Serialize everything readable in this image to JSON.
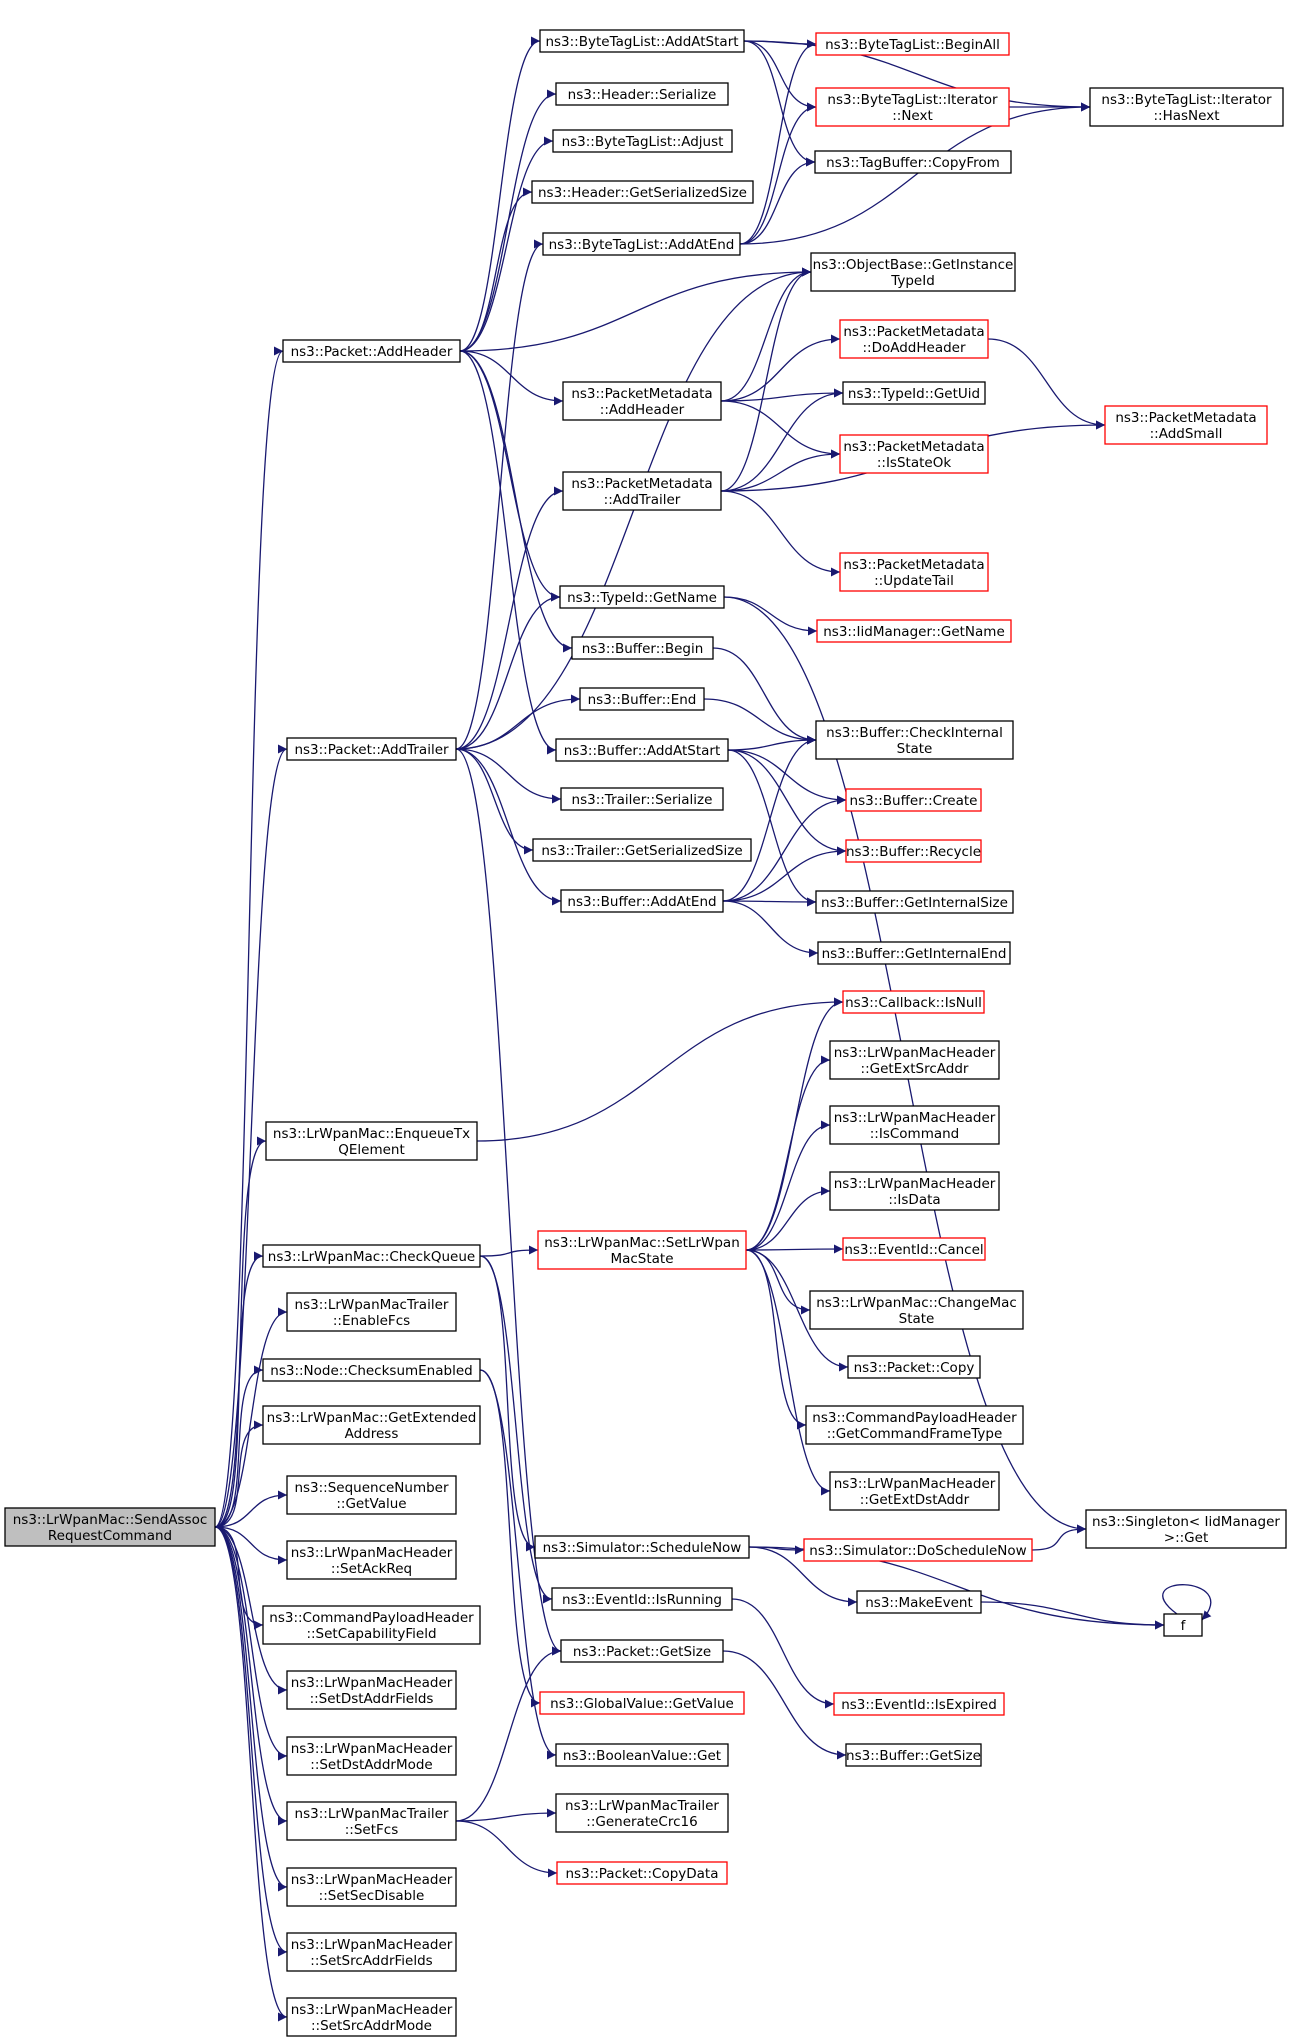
{
  "colors": {
    "edge": "#191970",
    "normal_border": "#000000",
    "red_border": "#ff0000",
    "root_fill": "#bfbfbf",
    "node_fill": "#ffffff"
  },
  "nodes": [
    {
      "id": "root",
      "lines": [
        "ns3::LrWpanMac::SendAssoc",
        "RequestCommand"
      ],
      "style": "root"
    },
    {
      "id": "addHeader",
      "lines": [
        "ns3::Packet::AddHeader"
      ],
      "style": "normal"
    },
    {
      "id": "addTrailer",
      "lines": [
        "ns3::Packet::AddTrailer"
      ],
      "style": "normal"
    },
    {
      "id": "enqueueTx",
      "lines": [
        "ns3::LrWpanMac::EnqueueTx",
        "QElement"
      ],
      "style": "normal"
    },
    {
      "id": "checkQueue",
      "lines": [
        "ns3::LrWpanMac::CheckQueue"
      ],
      "style": "normal"
    },
    {
      "id": "enableFcs",
      "lines": [
        "ns3::LrWpanMacTrailer",
        "::EnableFcs"
      ],
      "style": "normal"
    },
    {
      "id": "checksumEnabled",
      "lines": [
        "ns3::Node::ChecksumEnabled"
      ],
      "style": "normal"
    },
    {
      "id": "getExtAddr",
      "lines": [
        "ns3::LrWpanMac::GetExtended",
        "Address"
      ],
      "style": "normal"
    },
    {
      "id": "seqGetValue",
      "lines": [
        "ns3::SequenceNumber",
        "::GetValue"
      ],
      "style": "normal"
    },
    {
      "id": "setAckReq",
      "lines": [
        "ns3::LrWpanMacHeader",
        "::SetAckReq"
      ],
      "style": "normal"
    },
    {
      "id": "setCapField",
      "lines": [
        "ns3::CommandPayloadHeader",
        "::SetCapabilityField"
      ],
      "style": "normal"
    },
    {
      "id": "setDstAddrFields",
      "lines": [
        "ns3::LrWpanMacHeader",
        "::SetDstAddrFields"
      ],
      "style": "normal"
    },
    {
      "id": "setDstAddrMode",
      "lines": [
        "ns3::LrWpanMacHeader",
        "::SetDstAddrMode"
      ],
      "style": "normal"
    },
    {
      "id": "setFcs",
      "lines": [
        "ns3::LrWpanMacTrailer",
        "::SetFcs"
      ],
      "style": "normal"
    },
    {
      "id": "setSecDisable",
      "lines": [
        "ns3::LrWpanMacHeader",
        "::SetSecDisable"
      ],
      "style": "normal"
    },
    {
      "id": "setSrcAddrFields",
      "lines": [
        "ns3::LrWpanMacHeader",
        "::SetSrcAddrFields"
      ],
      "style": "normal"
    },
    {
      "id": "setSrcAddrMode",
      "lines": [
        "ns3::LrWpanMacHeader",
        "::SetSrcAddrMode"
      ],
      "style": "normal"
    },
    {
      "id": "btlAddAtStart",
      "lines": [
        "ns3::ByteTagList::AddAtStart"
      ],
      "style": "normal"
    },
    {
      "id": "headerSerialize",
      "lines": [
        "ns3::Header::Serialize"
      ],
      "style": "normal"
    },
    {
      "id": "btlAdjust",
      "lines": [
        "ns3::ByteTagList::Adjust"
      ],
      "style": "normal"
    },
    {
      "id": "headerGetSerSize",
      "lines": [
        "ns3::Header::GetSerializedSize"
      ],
      "style": "normal"
    },
    {
      "id": "btlAddAtEnd",
      "lines": [
        "ns3::ByteTagList::AddAtEnd"
      ],
      "style": "normal"
    },
    {
      "id": "pmAddHeader",
      "lines": [
        "ns3::PacketMetadata",
        "::AddHeader"
      ],
      "style": "normal"
    },
    {
      "id": "pmAddTrailer",
      "lines": [
        "ns3::PacketMetadata",
        "::AddTrailer"
      ],
      "style": "normal"
    },
    {
      "id": "typeIdGetName",
      "lines": [
        "ns3::TypeId::GetName"
      ],
      "style": "normal"
    },
    {
      "id": "bufBegin",
      "lines": [
        "ns3::Buffer::Begin"
      ],
      "style": "normal"
    },
    {
      "id": "bufEnd",
      "lines": [
        "ns3::Buffer::End"
      ],
      "style": "normal"
    },
    {
      "id": "bufAddAtStart",
      "lines": [
        "ns3::Buffer::AddAtStart"
      ],
      "style": "normal"
    },
    {
      "id": "trailerSerialize",
      "lines": [
        "ns3::Trailer::Serialize"
      ],
      "style": "normal"
    },
    {
      "id": "trailerGetSerSize",
      "lines": [
        "ns3::Trailer::GetSerializedSize"
      ],
      "style": "normal"
    },
    {
      "id": "bufAddAtEnd",
      "lines": [
        "ns3::Buffer::AddAtEnd"
      ],
      "style": "normal"
    },
    {
      "id": "setLrWpanMacState",
      "lines": [
        "ns3::LrWpanMac::SetLrWpan",
        "MacState"
      ],
      "style": "red"
    },
    {
      "id": "simScheduleNow",
      "lines": [
        "ns3::Simulator::ScheduleNow"
      ],
      "style": "normal"
    },
    {
      "id": "eventIsRunning",
      "lines": [
        "ns3::EventId::IsRunning"
      ],
      "style": "normal"
    },
    {
      "id": "packetGetSize",
      "lines": [
        "ns3::Packet::GetSize"
      ],
      "style": "normal"
    },
    {
      "id": "globalGetValue",
      "lines": [
        "ns3::GlobalValue::GetValue"
      ],
      "style": "red"
    },
    {
      "id": "boolGet",
      "lines": [
        "ns3::BooleanValue::Get"
      ],
      "style": "normal"
    },
    {
      "id": "genCrc16",
      "lines": [
        "ns3::LrWpanMacTrailer",
        "::GenerateCrc16"
      ],
      "style": "normal"
    },
    {
      "id": "packetCopyData",
      "lines": [
        "ns3::Packet::CopyData"
      ],
      "style": "red"
    },
    {
      "id": "btlBeginAll",
      "lines": [
        "ns3::ByteTagList::BeginAll"
      ],
      "style": "red"
    },
    {
      "id": "btlIterNext",
      "lines": [
        "ns3::ByteTagList::Iterator",
        "::Next"
      ],
      "style": "red"
    },
    {
      "id": "tagBufCopyFrom",
      "lines": [
        "ns3::TagBuffer::CopyFrom"
      ],
      "style": "normal"
    },
    {
      "id": "objGetInstTypeId",
      "lines": [
        "ns3::ObjectBase::GetInstance",
        "TypeId"
      ],
      "style": "normal"
    },
    {
      "id": "pmDoAddHeader",
      "lines": [
        "ns3::PacketMetadata",
        "::DoAddHeader"
      ],
      "style": "red"
    },
    {
      "id": "typeIdGetUid",
      "lines": [
        "ns3::TypeId::GetUid"
      ],
      "style": "normal"
    },
    {
      "id": "pmIsStateOk",
      "lines": [
        "ns3::PacketMetadata",
        "::IsStateOk"
      ],
      "style": "red"
    },
    {
      "id": "pmUpdateTail",
      "lines": [
        "ns3::PacketMetadata",
        "::UpdateTail"
      ],
      "style": "red"
    },
    {
      "id": "iidGetName",
      "lines": [
        "ns3::IidManager::GetName"
      ],
      "style": "red"
    },
    {
      "id": "bufCheckInternal",
      "lines": [
        "ns3::Buffer::CheckInternal",
        "State"
      ],
      "style": "normal"
    },
    {
      "id": "bufCreate",
      "lines": [
        "ns3::Buffer::Create"
      ],
      "style": "red"
    },
    {
      "id": "bufRecycle",
      "lines": [
        "ns3::Buffer::Recycle"
      ],
      "style": "red"
    },
    {
      "id": "bufGetInternalSize",
      "lines": [
        "ns3::Buffer::GetInternalSize"
      ],
      "style": "normal"
    },
    {
      "id": "bufGetInternalEnd",
      "lines": [
        "ns3::Buffer::GetInternalEnd"
      ],
      "style": "normal"
    },
    {
      "id": "callbackIsNull",
      "lines": [
        "ns3::Callback::IsNull"
      ],
      "style": "red"
    },
    {
      "id": "hdrGetExtSrc",
      "lines": [
        "ns3::LrWpanMacHeader",
        "::GetExtSrcAddr"
      ],
      "style": "normal"
    },
    {
      "id": "hdrIsCommand",
      "lines": [
        "ns3::LrWpanMacHeader",
        "::IsCommand"
      ],
      "style": "normal"
    },
    {
      "id": "hdrIsData",
      "lines": [
        "ns3::LrWpanMacHeader",
        "::IsData"
      ],
      "style": "normal"
    },
    {
      "id": "eventCancel",
      "lines": [
        "ns3::EventId::Cancel"
      ],
      "style": "red"
    },
    {
      "id": "changeMacState",
      "lines": [
        "ns3::LrWpanMac::ChangeMac",
        "State"
      ],
      "style": "normal"
    },
    {
      "id": "packetCopy",
      "lines": [
        "ns3::Packet::Copy"
      ],
      "style": "normal"
    },
    {
      "id": "cmdGetFrameType",
      "lines": [
        "ns3::CommandPayloadHeader",
        "::GetCommandFrameType"
      ],
      "style": "normal"
    },
    {
      "id": "hdrGetExtDst",
      "lines": [
        "ns3::LrWpanMacHeader",
        "::GetExtDstAddr"
      ],
      "style": "normal"
    },
    {
      "id": "simDoScheduleNow",
      "lines": [
        "ns3::Simulator::DoScheduleNow"
      ],
      "style": "red"
    },
    {
      "id": "makeEvent",
      "lines": [
        "ns3::MakeEvent"
      ],
      "style": "normal"
    },
    {
      "id": "eventIsExpired",
      "lines": [
        "ns3::EventId::IsExpired"
      ],
      "style": "red"
    },
    {
      "id": "bufGetSize",
      "lines": [
        "ns3::Buffer::GetSize"
      ],
      "style": "normal"
    },
    {
      "id": "btlIterHasNext",
      "lines": [
        "ns3::ByteTagList::Iterator",
        "::HasNext"
      ],
      "style": "normal"
    },
    {
      "id": "pmAddSmall",
      "lines": [
        "ns3::PacketMetadata",
        "::AddSmall"
      ],
      "style": "red"
    },
    {
      "id": "singletonGet",
      "lines": [
        "ns3::Singleton< IidManager",
        ">::Get"
      ],
      "style": "normal"
    },
    {
      "id": "f",
      "lines": [
        "f"
      ],
      "style": "normal"
    }
  ]
}
